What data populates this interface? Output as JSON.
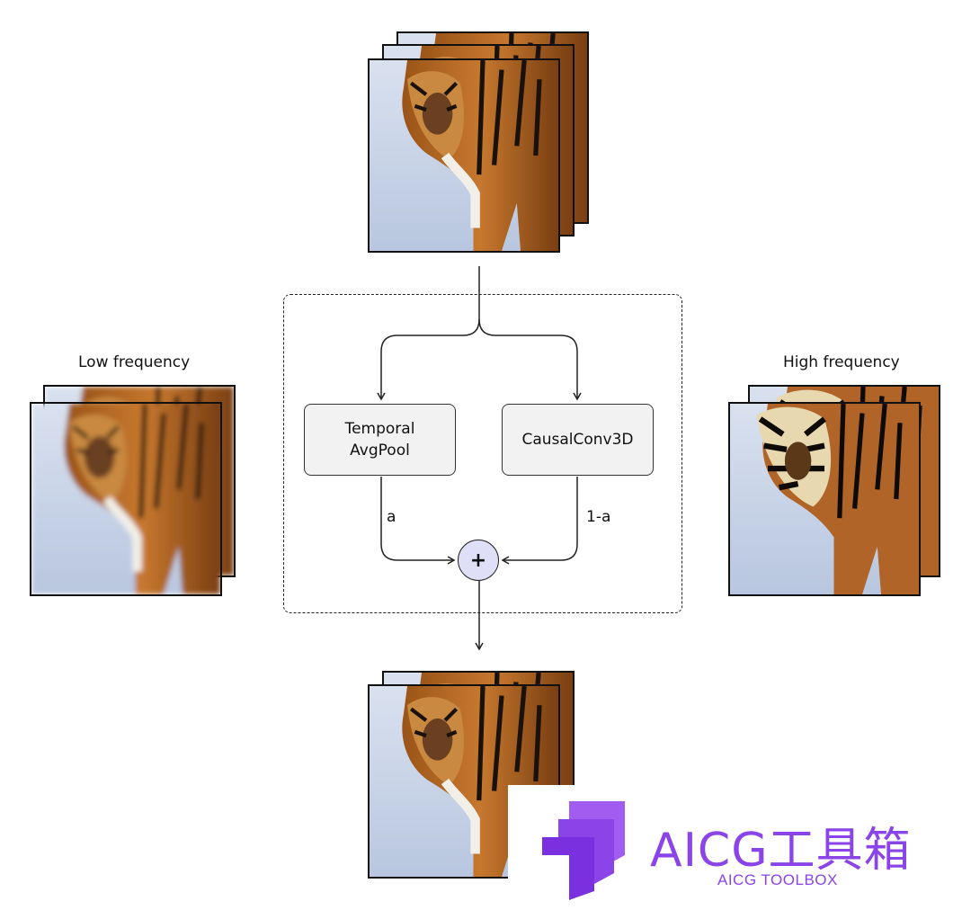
{
  "labels": {
    "low_frequency": "Low frequency",
    "high_frequency": "High frequency",
    "temporal_pool_line1": "Temporal",
    "temporal_pool_line2": "AvgPool",
    "causal_conv": "CausalConv3D",
    "weight_a": "a",
    "weight_one_minus_a": "1-a",
    "plus": "+"
  },
  "watermark": {
    "title": "AICG工具箱",
    "subtitle": "AICG TOOLBOX"
  },
  "colors": {
    "node_fill": "#f2f2f2",
    "plus_fill": "#dfe0f7",
    "watermark": "#8a44e8",
    "snow": "#c9d4e6",
    "tiger": "#b86a2a"
  },
  "icons": {
    "watermark_logo": "stacked-arrow-logo"
  }
}
